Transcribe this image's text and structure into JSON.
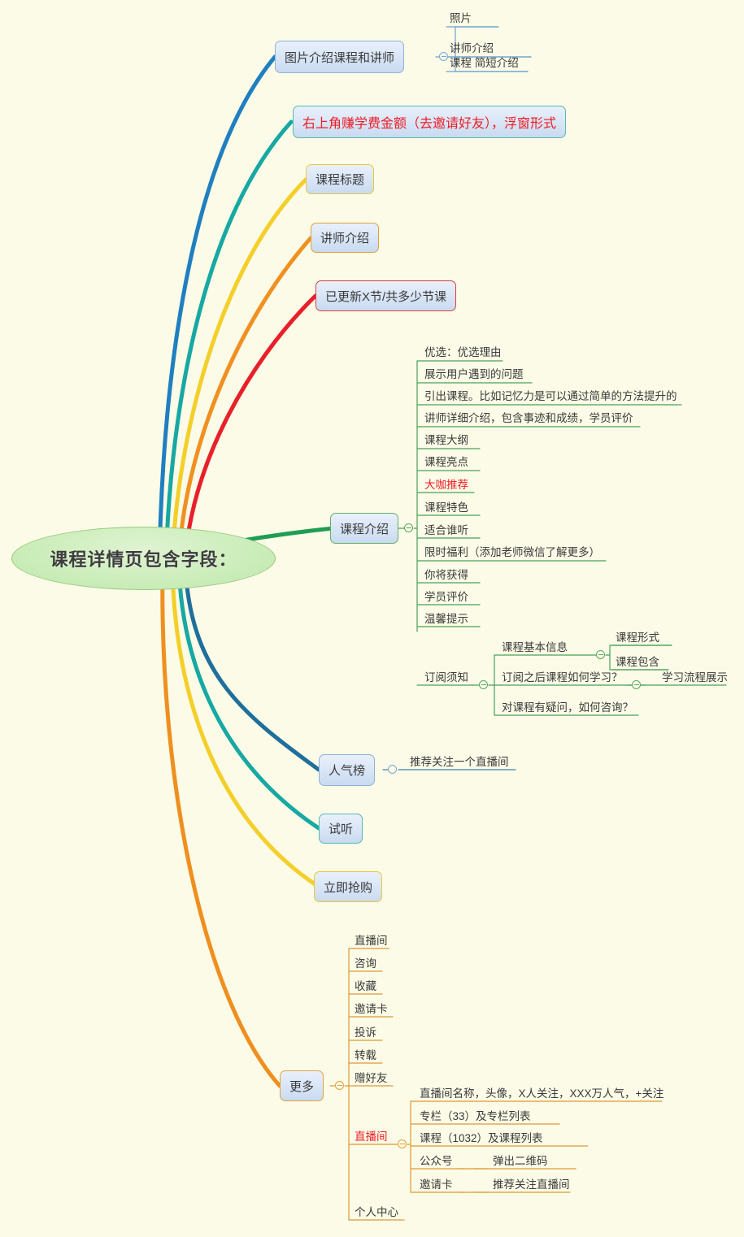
{
  "root": {
    "label": "课程详情页包含字段："
  },
  "branches": [
    {
      "label": "图片介绍课程和讲师",
      "color": "#1f7fc0",
      "children": [
        {
          "label": "照片"
        },
        {
          "label": "讲师介绍"
        },
        {
          "label": "课程 简短介绍"
        }
      ]
    },
    {
      "label": "右上角赚学费金额（去邀请好友），浮窗形式",
      "color": "#17a8a3",
      "children": []
    },
    {
      "label": "课程标题",
      "color": "#f4cf2a",
      "children": []
    },
    {
      "label": "讲师介绍",
      "color": "#f09021",
      "children": []
    },
    {
      "label": "已更新X节/共多少节课",
      "color": "#e8202a",
      "children": []
    },
    {
      "label": "课程介绍",
      "color": "#1f9d55",
      "children": [
        {
          "label": "优选：优选理由"
        },
        {
          "label": "展示用户遇到的问题"
        },
        {
          "label": "引出课程。比如记忆力是可以通过简单的方法提升的"
        },
        {
          "label": "讲师详细介绍，包含事迹和成绩，学员评价"
        },
        {
          "label": "课程大纲"
        },
        {
          "label": "课程亮点"
        },
        {
          "label": "大咖推荐",
          "red": true
        },
        {
          "label": "课程特色"
        },
        {
          "label": "适合谁听"
        },
        {
          "label": "限时福利（添加老师微信了解更多）"
        },
        {
          "label": "你将获得"
        },
        {
          "label": "学员评价"
        },
        {
          "label": "温馨提示"
        },
        {
          "label": "订阅须知",
          "children": [
            {
              "label": "课程基本信息",
              "children": [
                {
                  "label": "课程形式"
                },
                {
                  "label": "课程包含"
                }
              ]
            },
            {
              "label": "订阅之后课程如何学习？",
              "children": [
                {
                  "label": "学习流程展示"
                }
              ]
            },
            {
              "label": "对课程有疑问，如何咨询？"
            }
          ]
        }
      ]
    },
    {
      "label": "人气榜",
      "color": "#1f6f9c",
      "children": [
        {
          "label": "推荐关注一个直播间"
        }
      ]
    },
    {
      "label": "试听",
      "color": "#17a8a3",
      "children": []
    },
    {
      "label": "立即抢购",
      "color": "#f4cf2a",
      "children": []
    },
    {
      "label": "更多",
      "color": "#ef8f1f",
      "children": [
        {
          "label": "直播间"
        },
        {
          "label": "咨询"
        },
        {
          "label": "收藏"
        },
        {
          "label": "邀请卡"
        },
        {
          "label": "投诉"
        },
        {
          "label": "转载"
        },
        {
          "label": "赠好友"
        },
        {
          "label": "直播间",
          "red": true,
          "children": [
            {
              "label": "直播间名称，头像，X人关注，XXX万人气，+关注"
            },
            {
              "label": "专栏（33）及专栏列表"
            },
            {
              "label": "课程（1032）及课程列表"
            },
            {
              "label": "公众号",
              "children": [
                {
                  "label": "弹出二维码"
                }
              ]
            },
            {
              "label": "邀请卡",
              "children": [
                {
                  "label": "推荐关注直播间"
                }
              ]
            }
          ]
        },
        {
          "label": "个人中心"
        }
      ]
    }
  ]
}
